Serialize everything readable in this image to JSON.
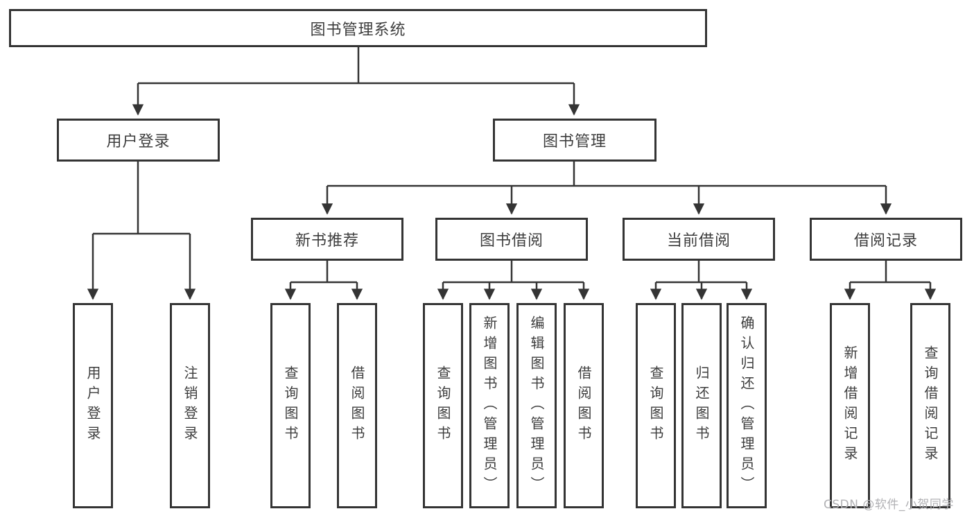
{
  "diagram": {
    "root_label": "图书管理系统",
    "level2": [
      {
        "id": "user-login",
        "label": "用户登录",
        "leaves": [
          "用户登录",
          "注销登录"
        ]
      },
      {
        "id": "book-management",
        "label": "图书管理",
        "sections": [
          {
            "id": "new-book-recommend",
            "label": "新书推荐",
            "leaves": [
              "查询图书",
              "借阅图书"
            ]
          },
          {
            "id": "book-borrow",
            "label": "图书借阅",
            "leaves": [
              "查询图书",
              "新增图书（管理员）",
              "编辑图书（管理员）",
              "借阅图书"
            ]
          },
          {
            "id": "current-borrow",
            "label": "当前借阅",
            "leaves": [
              "查询图书",
              "归还图书",
              "确认归还（管理员）"
            ]
          },
          {
            "id": "borrow-records",
            "label": "借阅记录",
            "leaves": [
              "新增借阅记录",
              "查询借阅记录"
            ]
          }
        ]
      }
    ]
  },
  "watermark": "CSDN @软件_小贺同学",
  "colors": {
    "line": "#343434",
    "box_border": "#343434",
    "text": "#3d3d3d",
    "watermark": "#b1b1b4",
    "background": "#ffffff"
  }
}
